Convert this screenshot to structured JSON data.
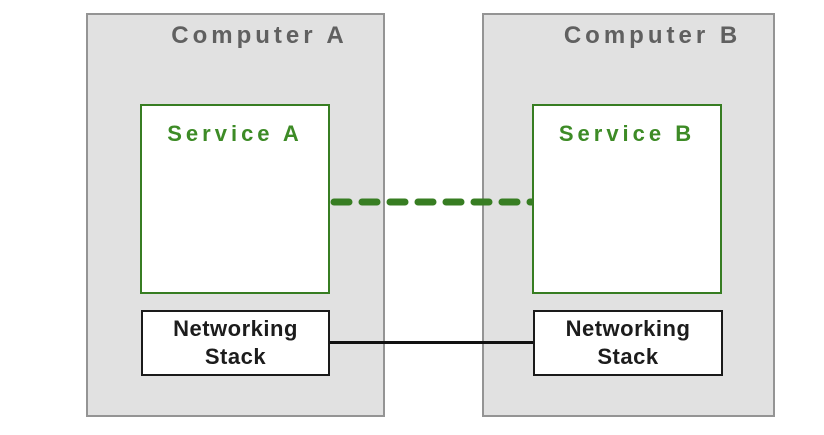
{
  "computers": [
    {
      "label": "Computer A",
      "service": {
        "label": "Service A"
      },
      "networking": {
        "line1": "Networking",
        "line2": "Stack"
      }
    },
    {
      "label": "Computer B",
      "service": {
        "label": "Service B"
      },
      "networking": {
        "line1": "Networking",
        "line2": "Stack"
      }
    }
  ],
  "links": {
    "service_link": {
      "style": "dashed",
      "color": "#377d22"
    },
    "network_link": {
      "style": "solid",
      "color": "#111111"
    }
  },
  "colors": {
    "background": "#ffffff",
    "computer_fill": "#e1e1e1",
    "computer_border": "#949494",
    "computer_label_text": "#606060",
    "service_fill": "#ffffff",
    "service_border": "#377d22",
    "service_label_text": "#3d8b26",
    "networking_fill": "#ffffff",
    "networking_border": "#1a1a1a",
    "networking_label_text": "#1c1c1c"
  }
}
